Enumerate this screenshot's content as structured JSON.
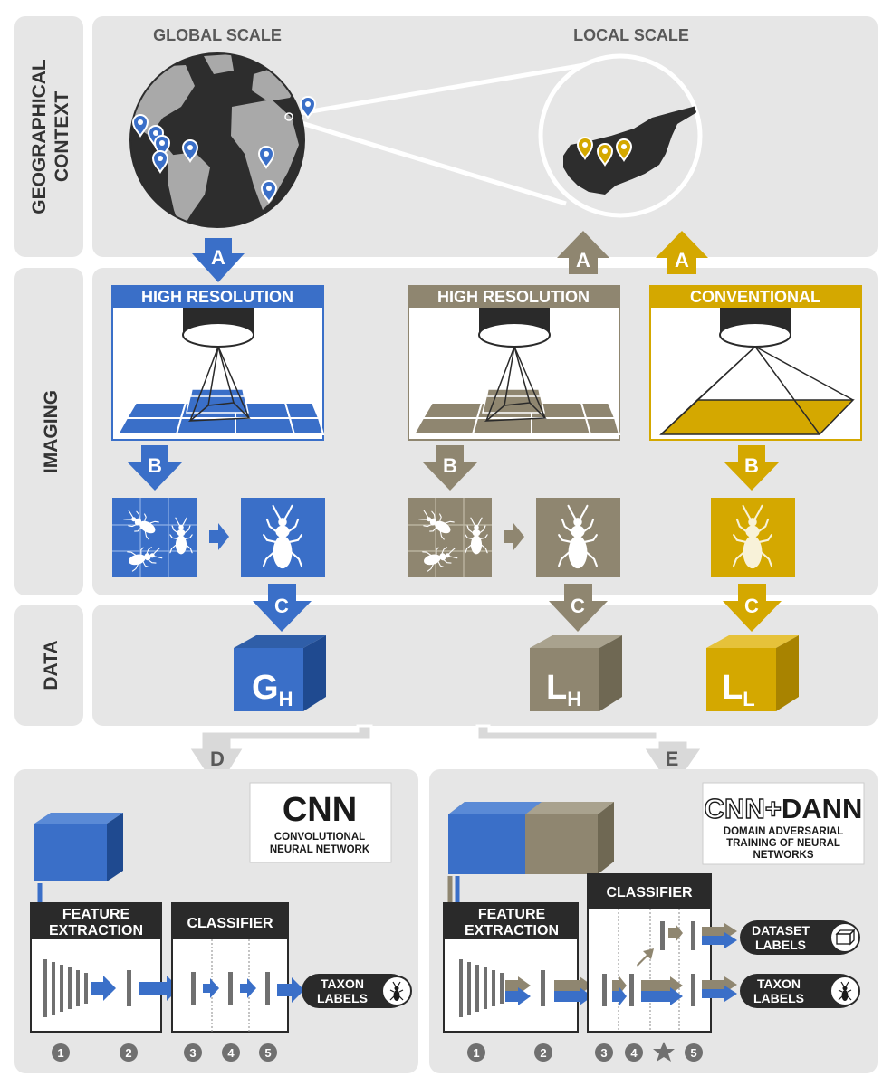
{
  "rows": {
    "geo": "GEOGRAPHICAL CONTEXT",
    "geo_line1": "GEOGRAPHICAL",
    "geo_line2": "CONTEXT",
    "imaging": "IMAGING",
    "data": "DATA"
  },
  "geo": {
    "global_title": "GLOBAL SCALE",
    "local_title": "LOCAL SCALE"
  },
  "imaging": {
    "col1_title": "HIGH RESOLUTION",
    "col2_title": "HIGH RESOLUTION",
    "col3_title": "CONVENTIONAL"
  },
  "steps": {
    "a": "A",
    "b": "B",
    "c": "C",
    "d": "D",
    "e": "E"
  },
  "datasets": {
    "gh": {
      "main": "G",
      "sub": "H"
    },
    "lh": {
      "main": "L",
      "sub": "H"
    },
    "ll": {
      "main": "L",
      "sub": "L"
    }
  },
  "cnn_panel": {
    "title": "CNN",
    "subtitle_line1": "CONVOLUTIONAL",
    "subtitle_line2": "NEURAL NETWORK",
    "feature_line1": "FEATURE",
    "feature_line2": "EXTRACTION",
    "classifier": "CLASSIFIER",
    "taxon_line1": "TAXON",
    "taxon_line2": "LABELS",
    "numbers": [
      "1",
      "2",
      "3",
      "4",
      "5"
    ]
  },
  "dann_panel": {
    "title_cnn": "CNN+",
    "title_dann": "DANN",
    "subtitle_line1": "DOMAIN ADVERSARIAL",
    "subtitle_line2": "TRAINING OF NEURAL",
    "subtitle_line3": "NETWORKS",
    "feature_line1": "FEATURE",
    "feature_line2": "EXTRACTION",
    "classifier": "CLASSIFIER",
    "dataset_line1": "DATASET",
    "dataset_line2": "LABELS",
    "taxon_line1": "TAXON",
    "taxon_line2": "LABELS",
    "numbers": [
      "1",
      "2",
      "3",
      "4",
      "5"
    ]
  },
  "colors": {
    "blue": "#3a6fc8",
    "taupe": "#8f8670",
    "gold": "#d4a800",
    "panel_bg": "#e6e6e6",
    "dark": "#2a2a2a",
    "label_grey": "#595959"
  },
  "icons": [
    "location-pin-icon",
    "camera-lens-icon",
    "beetle-icon",
    "dataset-cube-icon",
    "star-icon"
  ]
}
